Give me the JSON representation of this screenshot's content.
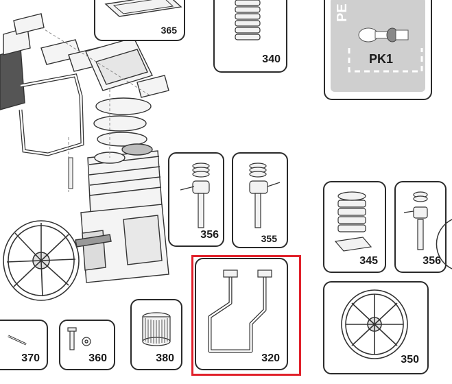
{
  "diagram": {
    "panel_kit": {
      "label": "PK1",
      "banner": "PE"
    },
    "parts": [
      {
        "id": "365",
        "label": "365"
      },
      {
        "id": "340",
        "label": "340"
      },
      {
        "id": "356a",
        "label": "356"
      },
      {
        "id": "355",
        "label": "355"
      },
      {
        "id": "345",
        "label": "345"
      },
      {
        "id": "356b",
        "label": "356"
      },
      {
        "id": "370",
        "label": "370"
      },
      {
        "id": "360",
        "label": "360"
      },
      {
        "id": "380",
        "label": "380"
      },
      {
        "id": "320",
        "label": "320"
      },
      {
        "id": "350",
        "label": "350"
      }
    ],
    "highlight_color": "#e0202a",
    "panel_color": "#cfcfcf"
  }
}
